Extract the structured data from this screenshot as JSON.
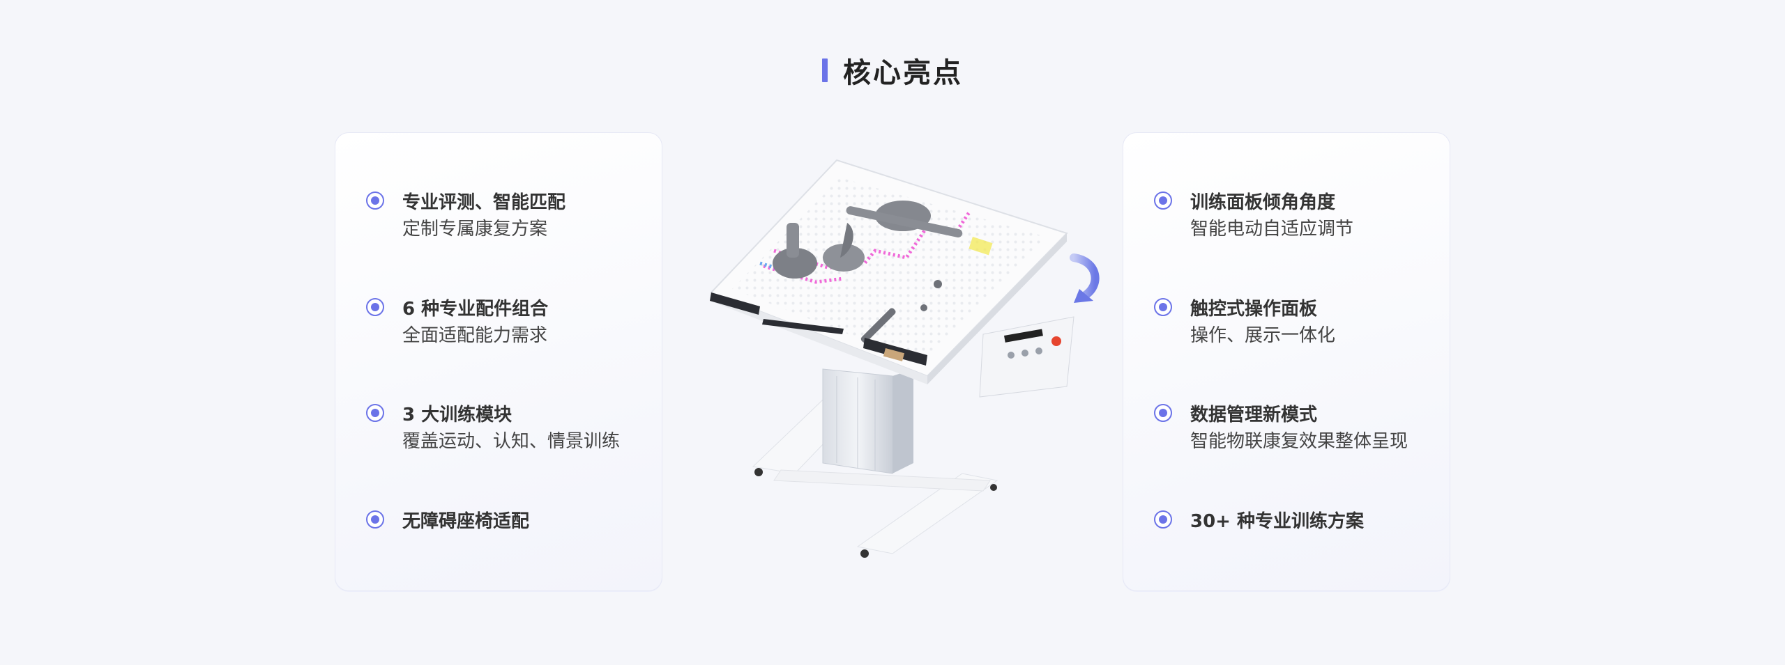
{
  "header": {
    "title": "核心亮点"
  },
  "left_features": [
    {
      "title": "专业评测、智能匹配",
      "subtitle": "定制专属康复方案"
    },
    {
      "title": "6 种专业配件组合",
      "subtitle": "全面适配能力需求"
    },
    {
      "title": "3 大训练模块",
      "subtitle": "覆盖运动、认知、情景训练"
    },
    {
      "title": "无障碍座椅适配",
      "subtitle": ""
    }
  ],
  "right_features": [
    {
      "title": "训练面板倾角角度",
      "subtitle": "智能电动自适应调节"
    },
    {
      "title": "触控式操作面板",
      "subtitle": "操作、展示一体化"
    },
    {
      "title": "数据管理新模式",
      "subtitle": "智能物联康复效果整体呈现"
    },
    {
      "title": "30+ 种专业训练方案",
      "subtitle": ""
    }
  ],
  "colors": {
    "accent": "#6b73e8",
    "background": "#f5f6fa"
  },
  "icons": {
    "bullet": "radio-dot-icon",
    "product": "rehab-training-table-image"
  }
}
